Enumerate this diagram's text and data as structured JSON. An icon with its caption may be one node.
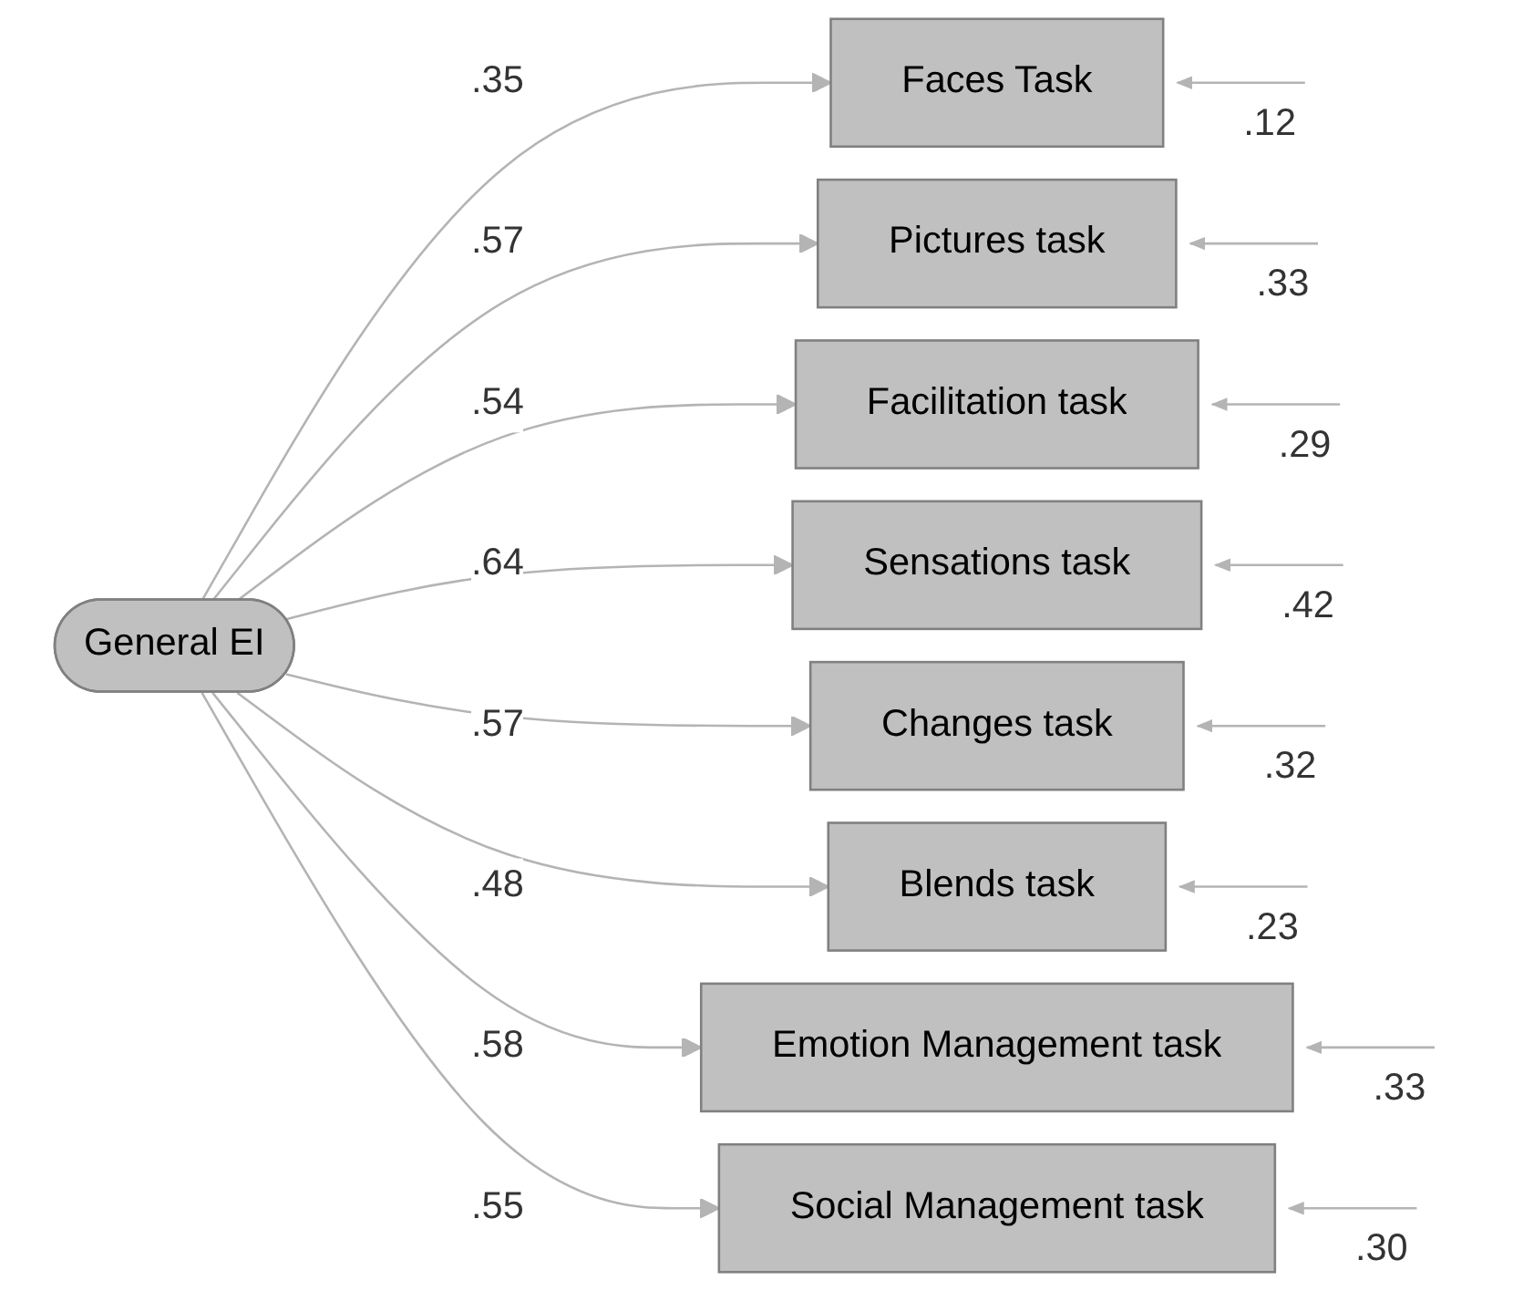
{
  "diagram": {
    "nodes": [
      {
        "text": [
          "General EI"
        ]
      },
      {
        "text": [
          "Faces Task"
        ]
      },
      {
        "text": [
          "Pictures task"
        ]
      },
      {
        "text": [
          "Facilitation task"
        ]
      },
      {
        "text": [
          "Sensations task"
        ]
      },
      {
        "text": [
          "Changes task"
        ]
      },
      {
        "text": [
          "Blends task"
        ]
      },
      {
        "text": [
          "Emotion Management task"
        ]
      },
      {
        "text": [
          "Social Management task"
        ]
      }
    ],
    "edges": [
      {
        "from": 0,
        "to": 1,
        "arrow": "to",
        "label": ".35"
      },
      {
        "from": 0,
        "to": 2,
        "arrow": "to",
        "label": ".57"
      },
      {
        "from": 0,
        "to": 3,
        "arrow": "to",
        "label": ".54"
      },
      {
        "from": 0,
        "to": 4,
        "arrow": "to",
        "label": ".64"
      },
      {
        "from": 0,
        "to": 5,
        "arrow": "to",
        "label": ".57"
      },
      {
        "from": 0,
        "to": 6,
        "arrow": "to",
        "label": ".48"
      },
      {
        "from": 0,
        "to": 7,
        "arrow": "to",
        "label": ".58"
      },
      {
        "from": 0,
        "to": 8,
        "arrow": "to",
        "label": ".55"
      },
      {
        "from": null,
        "to": 1,
        "arrow": "to",
        "label": ".12"
      },
      {
        "from": null,
        "to": 2,
        "arrow": "to",
        "label": ".33"
      },
      {
        "from": null,
        "to": 3,
        "arrow": "to",
        "label": ".29"
      },
      {
        "from": null,
        "to": 4,
        "arrow": "to",
        "label": ".42"
      },
      {
        "from": null,
        "to": 5,
        "arrow": "to",
        "label": ".32"
      },
      {
        "from": null,
        "to": 6,
        "arrow": "to",
        "label": ".23"
      },
      {
        "from": null,
        "to": 7,
        "arrow": "to",
        "label": ".33"
      },
      {
        "from": null,
        "to": 8,
        "arrow": "to",
        "label": ".30"
      }
    ]
  }
}
